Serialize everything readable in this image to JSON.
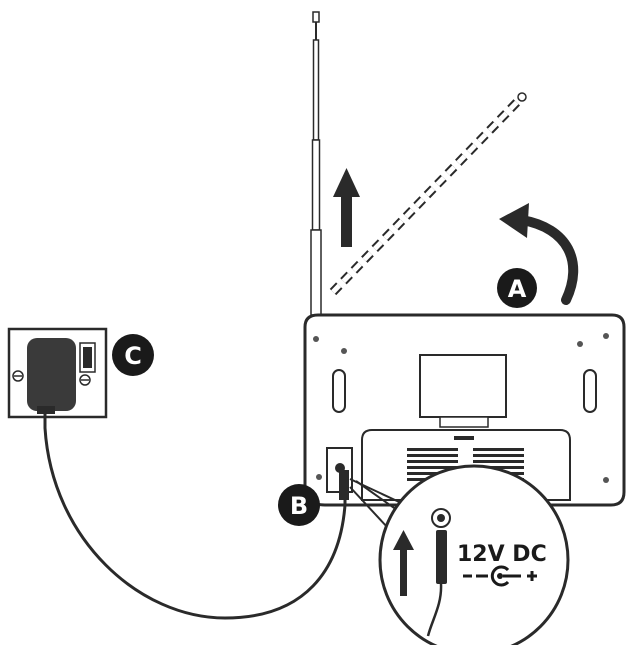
{
  "markers": {
    "a": "A",
    "b": "B",
    "c": "C"
  },
  "inset": {
    "voltage_label": "12V DC"
  },
  "colors": {
    "line": "#2a2a2a",
    "marker_fill": "#1a1a1a",
    "marker_text": "#ffffff",
    "background": "#ffffff"
  },
  "icons": [
    "antenna-icon",
    "up-arrow-icon",
    "rotate-arrow-icon",
    "power-adapter-icon",
    "wall-socket-icon",
    "dc-polarity-icon",
    "power-cable-icon",
    "radio-back-icon"
  ]
}
